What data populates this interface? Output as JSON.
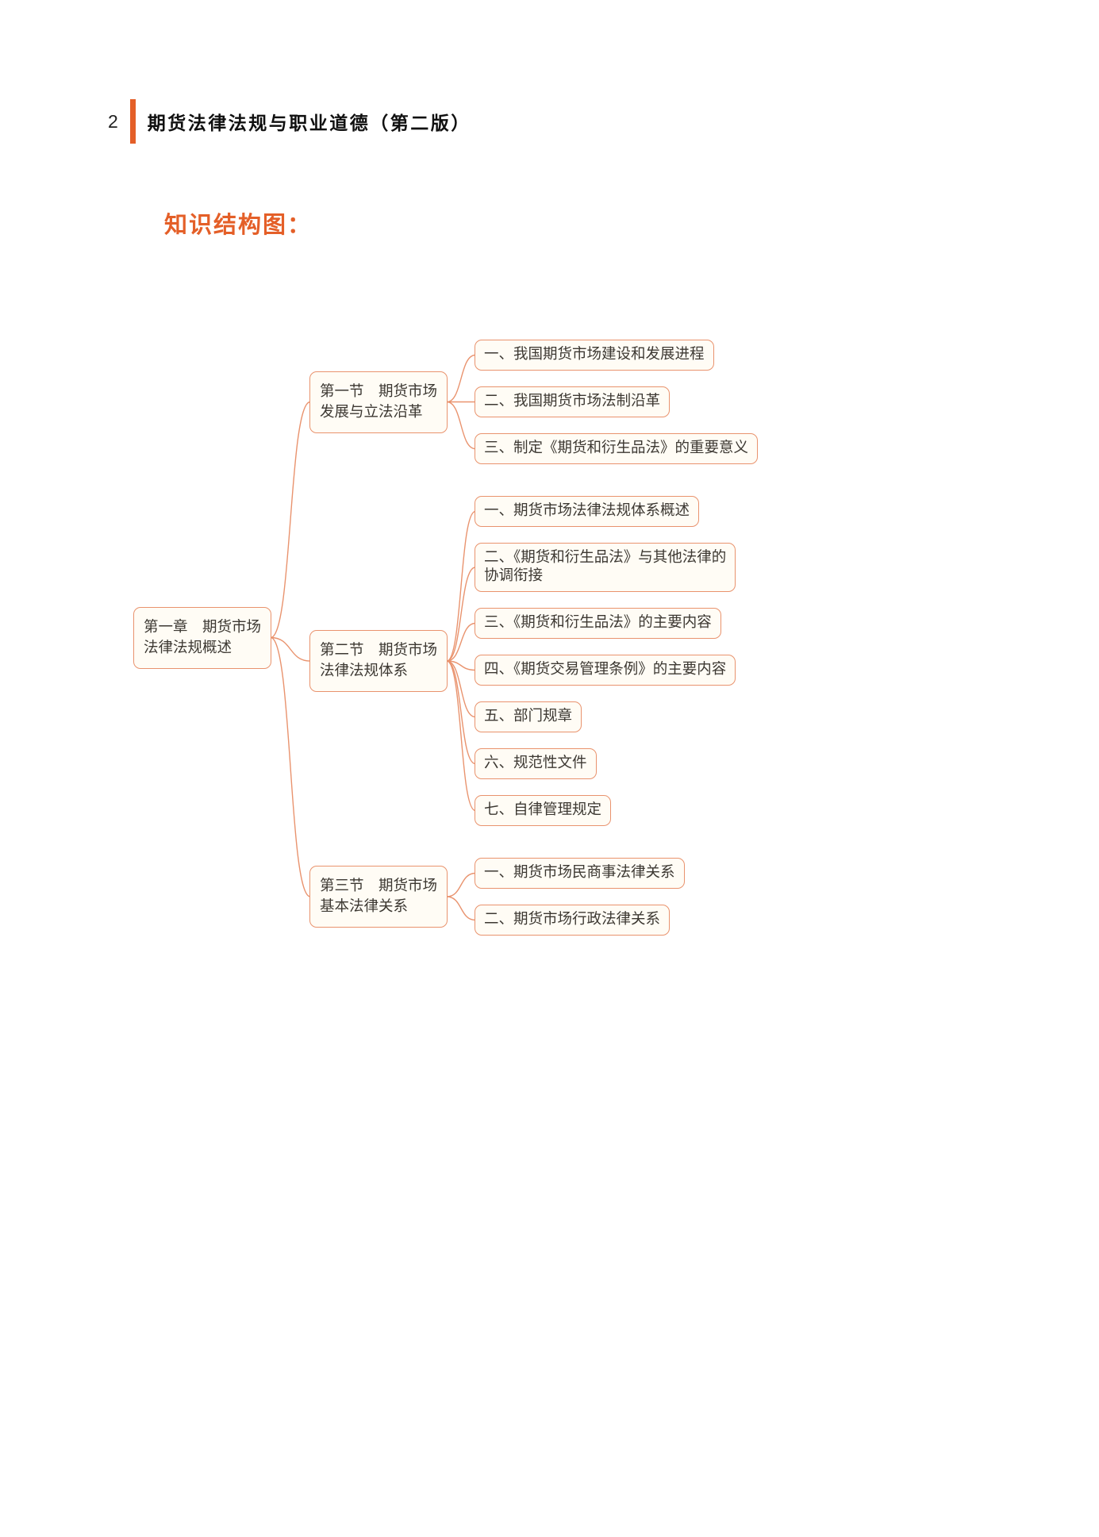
{
  "page": {
    "number": "2",
    "header_title": "期货法律法规与职业道德（第二版）",
    "section_heading": "知识结构图："
  },
  "colors": {
    "accent_orange": "#E45F28",
    "box_border": "#E9936E",
    "box_bg": "#FFFCF5",
    "connector": "#E9936E",
    "text": "#3C3832"
  },
  "tree": {
    "root": "第一章　期货市场\n法律法规概述",
    "branches": [
      {
        "label": "第一节　期货市场\n发展与立法沿革",
        "leaves": [
          "一、我国期货市场建设和发展进程",
          "二、我国期货市场法制沿革",
          "三、制定《期货和衍生品法》的重要意义"
        ]
      },
      {
        "label": "第二节　期货市场\n法律法规体系",
        "leaves": [
          "一、期货市场法律法规体系概述",
          "二、《期货和衍生品法》与其他法律的\n协调衔接",
          "三、《期货和衍生品法》的主要内容",
          "四、《期货交易管理条例》的主要内容",
          "五、部门规章",
          "六、规范性文件",
          "七、自律管理规定"
        ]
      },
      {
        "label": "第三节　期货市场\n基本法律关系",
        "leaves": [
          "一、期货市场民商事法律关系",
          "二、期货市场行政法律关系"
        ]
      }
    ]
  }
}
